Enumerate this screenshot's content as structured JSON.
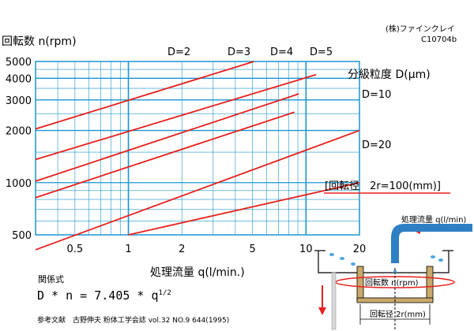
{
  "header": {
    "company": "(株)ファインクレイ",
    "doc_code": "C10704b"
  },
  "chart_data": {
    "type": "line",
    "xscale": "log",
    "yscale": "log",
    "xlim": [
      0.3,
      20
    ],
    "ylim": [
      500,
      5000
    ],
    "grid": true,
    "ylabel": "回転数 n(rpm)",
    "xlabel": "処理流量 q(l/min.)",
    "x_ticks": [
      {
        "value": 0.5,
        "label": "0.5"
      },
      {
        "value": 1,
        "label": "1"
      },
      {
        "value": 2,
        "label": "2"
      },
      {
        "value": 5,
        "label": "5"
      },
      {
        "value": 10,
        "label": "10"
      },
      {
        "value": 20,
        "label": "20"
      }
    ],
    "y_ticks": [
      {
        "value": 500,
        "label": "500"
      },
      {
        "value": 1000,
        "label": "1000"
      },
      {
        "value": 2000,
        "label": "2000"
      },
      {
        "value": 3000,
        "label": "3000"
      },
      {
        "value": 4000,
        "label": "4000"
      },
      {
        "value": 5000,
        "label": "5000"
      }
    ],
    "series_legend_title": "分級粒度 D(μm)",
    "series": [
      {
        "name": "D=2",
        "D": 2,
        "points": [
          [
            0.3,
            2040
          ],
          [
            5.1,
            5000
          ]
        ]
      },
      {
        "name": "D=3",
        "D": 3,
        "points": [
          [
            0.3,
            1360
          ],
          [
            11.4,
            4200
          ]
        ]
      },
      {
        "name": "D=4",
        "D": 4,
        "points": [
          [
            0.3,
            1020
          ],
          [
            9.1,
            3250
          ]
        ]
      },
      {
        "name": "D=5",
        "D": 5,
        "points": [
          [
            0.3,
            820
          ],
          [
            8.6,
            2550
          ]
        ]
      },
      {
        "name": "D=10",
        "D": 10,
        "points": [
          [
            0.3,
            410
          ],
          [
            20,
            2000
          ]
        ]
      },
      {
        "name": "D=20",
        "D": 20,
        "points": [
          [
            1.0,
            500
          ],
          [
            20,
            1000
          ]
        ]
      }
    ],
    "condition": "[回転径　2r=100(mm)]"
  },
  "formula": {
    "heading": "関係式",
    "text": "D *  n = 7.405 * q",
    "exponent": "1/2"
  },
  "reference": "参考文献　古野伸夫 粉体工学会誌 vol.32 NO.9 644(1995)",
  "diagram": {
    "flow_label": "処理流量 q(l/min)",
    "speed_label": "回転数 n(rpm)",
    "diameter_label": "回転径 2r(mm)"
  },
  "colors": {
    "grid": "#1a95d0",
    "axis_frame": "#1a95d0",
    "series": "#e6211c",
    "pipe": "#2f7fc4",
    "bowl_fill": "#c9a96a"
  }
}
